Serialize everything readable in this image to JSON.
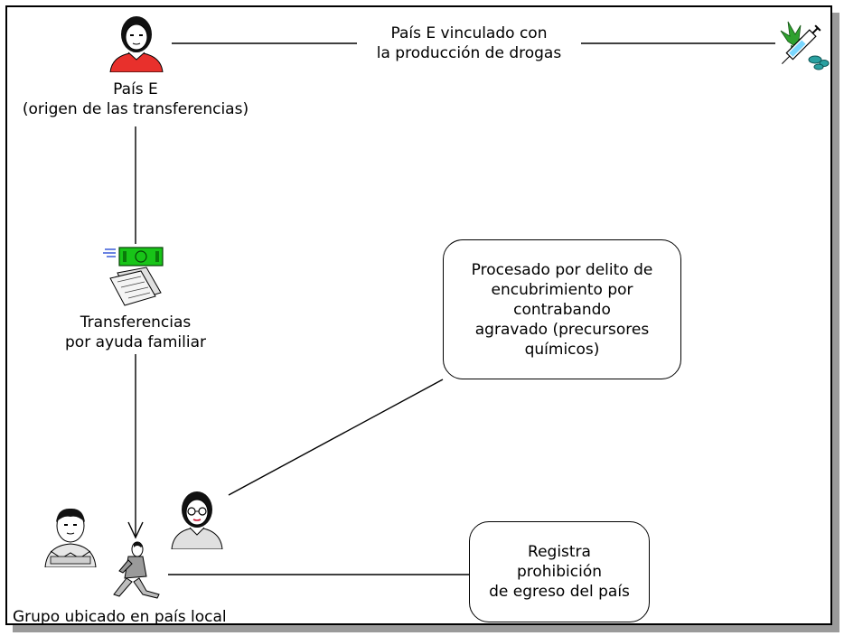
{
  "nodes": {
    "country_e": {
      "line1": "País E",
      "line2": "(origen de las transferencias)"
    },
    "drugs_link": {
      "line1": "País E vinculado con",
      "line2": "la producción de drogas"
    },
    "transfers": {
      "line1": "Transferencias",
      "line2": "por ayuda familiar"
    },
    "group": {
      "label": "Grupo ubicado en país local"
    },
    "prosecuted": {
      "line1": "Procesado por delito de",
      "line2": "encubrimiento por",
      "line3": "contrabando",
      "line4": "agravado (precursores",
      "line5": "químicos)"
    },
    "exit_ban": {
      "line1": "Registra",
      "line2": "prohibición",
      "line3": "de egreso del país"
    }
  },
  "icons": [
    "woman-icon",
    "drugs-syringe-icon",
    "money-transfer-icon",
    "man-icon",
    "woman-glasses-icon",
    "walking-man-icon"
  ],
  "colors": {
    "woman_shirt": "#e8302c",
    "money": "#18c418",
    "leaf": "#2fa12f",
    "pills": "#2aa0a0"
  }
}
